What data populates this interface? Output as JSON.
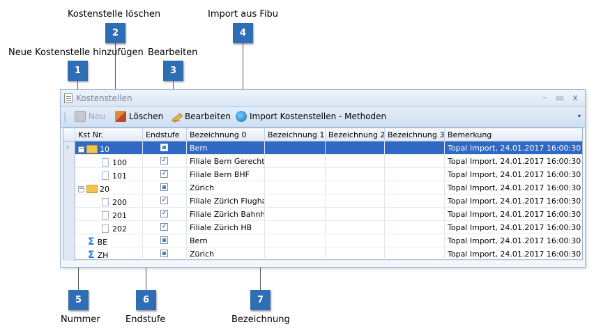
{
  "callouts": {
    "c1": {
      "number": "1",
      "label": "Neue Kostenstelle hinzufügen"
    },
    "c2": {
      "number": "2",
      "label": "Kostenstelle löschen"
    },
    "c3": {
      "number": "3",
      "label": "Bearbeiten"
    },
    "c4": {
      "number": "4",
      "label": "Import aus Fibu"
    },
    "c5": {
      "number": "5",
      "label": "Nummer"
    },
    "c6": {
      "number": "6",
      "label": "Endstufe"
    },
    "c7": {
      "number": "7",
      "label": "Bezeichnung"
    }
  },
  "window": {
    "title": "Kostenstellen",
    "minimize": "–",
    "maximize": "▭",
    "close": "x"
  },
  "toolbar": {
    "new_label": "Neu",
    "delete_label": "Löschen",
    "edit_label": "Bearbeiten",
    "import_label": "Import Kostenstellen - Methoden",
    "dropdown": "▾"
  },
  "grid": {
    "columns": [
      "Kst Nr.",
      "Endstufe",
      "Bezeichnung 0",
      "Bezeichnung 1",
      "Bezeichnung 2",
      "Bezeichnung 3",
      "Bemerkung"
    ],
    "rows": [
      {
        "kst": "10",
        "endstufe": "indeterminate",
        "bez0": "Bern",
        "bez1": "",
        "bez2": "",
        "bez3": "",
        "bemerkung": "Topal Import, 24.01.2017 16:00:30"
      },
      {
        "kst": "100",
        "endstufe": "checked",
        "bez0": "Filiale Bern Gerechti...",
        "bez1": "",
        "bez2": "",
        "bez3": "",
        "bemerkung": "Topal Import, 24.01.2017 16:00:30"
      },
      {
        "kst": "101",
        "endstufe": "checked",
        "bez0": "Filiale Bern BHF",
        "bez1": "",
        "bez2": "",
        "bez3": "",
        "bemerkung": "Topal Import, 24.01.2017 16:00:30"
      },
      {
        "kst": "20",
        "endstufe": "indeterminate",
        "bez0": "Zürich",
        "bez1": "",
        "bez2": "",
        "bez3": "",
        "bemerkung": "Topal Import, 24.01.2017 16:00:30"
      },
      {
        "kst": "200",
        "endstufe": "checked",
        "bez0": "Filiale Zürich Flugha...",
        "bez1": "",
        "bez2": "",
        "bez3": "",
        "bemerkung": "Topal Import, 24.01.2017 16:00:30"
      },
      {
        "kst": "201",
        "endstufe": "checked",
        "bez0": "Filiale Zürich Bahnh...",
        "bez1": "",
        "bez2": "",
        "bez3": "",
        "bemerkung": "Topal Import, 24.01.2017 16:00:30"
      },
      {
        "kst": "202",
        "endstufe": "checked",
        "bez0": "Filiale Zürich HB",
        "bez1": "",
        "bez2": "",
        "bez3": "",
        "bemerkung": "Topal Import, 24.01.2017 16:00:30"
      },
      {
        "kst": "BE",
        "endstufe": "indeterminate",
        "bez0": "Bern",
        "bez1": "",
        "bez2": "",
        "bez3": "",
        "bemerkung": "Topal Import, 24.01.2017 16:00:30"
      },
      {
        "kst": "ZH",
        "endstufe": "indeterminate",
        "bez0": "Zürich",
        "bez1": "",
        "bez2": "",
        "bez3": "",
        "bemerkung": "Topal Import, 24.01.2017 16:00:30"
      }
    ],
    "selected_row": 0
  },
  "colors": {
    "badge": "#2f6db5",
    "selection": "#3069c3"
  }
}
